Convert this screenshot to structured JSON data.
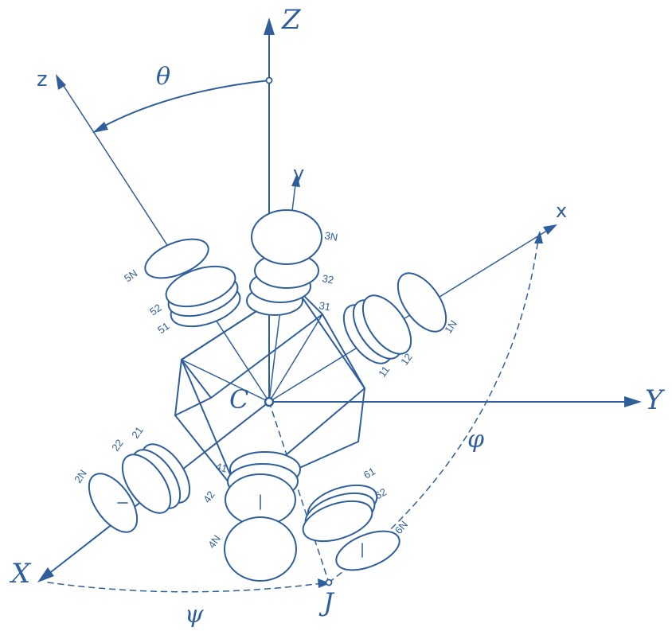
{
  "axes": {
    "Z": "Z",
    "Y": "Y",
    "X": "X",
    "J": "J",
    "C": "C",
    "body_z": "z",
    "body_y": "y",
    "body_x": "x"
  },
  "angles": {
    "theta": "θ",
    "phi": "φ",
    "psi": "ψ"
  },
  "wheel_labels": {
    "w1N": "1N",
    "w11": "11",
    "w12": "12",
    "w2N": "2N",
    "w21": "21",
    "w22": "22",
    "w3N": "3N",
    "w31": "31",
    "w32": "32",
    "w41": "41",
    "w42": "42",
    "w4N": "4N",
    "w5N": "5N",
    "w51": "51",
    "w52": "52",
    "w61": "61",
    "w62": "62",
    "w6N": "6N"
  },
  "colors": {
    "line": "#2f5f9a",
    "background": "#ffffff"
  }
}
